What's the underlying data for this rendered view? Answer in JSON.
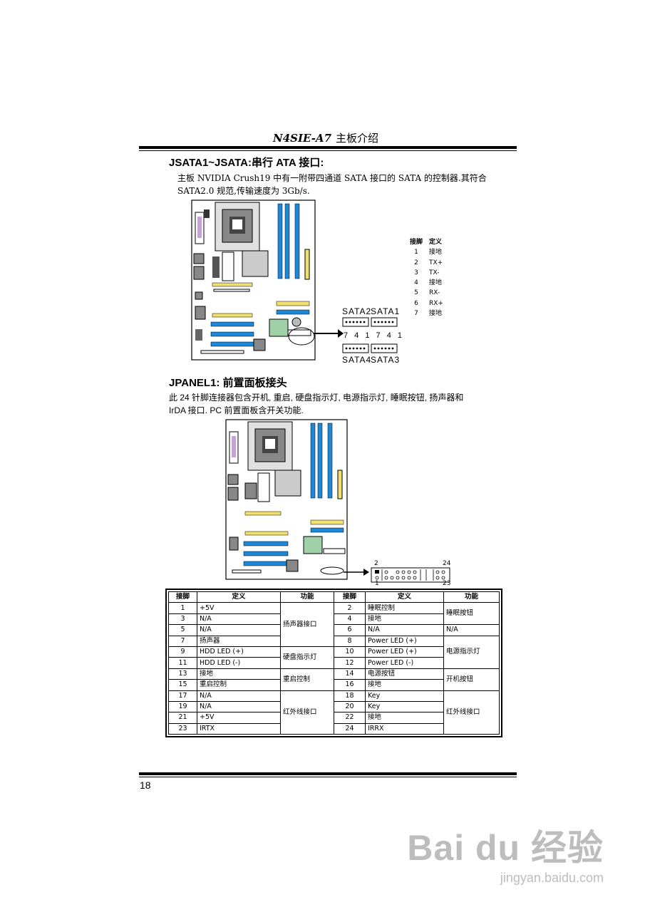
{
  "header": {
    "model": "N4SIE-A7",
    "title": "主板介绍"
  },
  "section1": {
    "heading": "JSATA1~JSATA:串行 ATA  接口:",
    "para_line1": "主板 NVIDIA Crush19 中有一附带四通道 SATA 接口的 SATA 的控制器.其符合",
    "para_line2": "SATA2.0 规范,传输速度为 3Gb/s.",
    "pin_table": {
      "headers": [
        "接脚",
        "定义"
      ],
      "rows": [
        [
          "1",
          "接地"
        ],
        [
          "2",
          "TX+"
        ],
        [
          "3",
          "TX-"
        ],
        [
          "4",
          "接地"
        ],
        [
          "5",
          "RX-"
        ],
        [
          "6",
          "RX+"
        ],
        [
          "7",
          "接地"
        ]
      ]
    },
    "labels": {
      "sata2": "SATA2",
      "sata1": "SATA1",
      "sata4": "SATA4",
      "sata3": "SATA3",
      "digits": "7 4 1 7 4 1"
    }
  },
  "section2": {
    "heading": "JPANEL1:  前置面板接头",
    "para_line1": "此 24 针脚连接器包含开机, 重启, 硬盘指示灯, 电源指示灯, 睡眠按钮, 扬声器和",
    "para_line2": "IrDA  接口. PC 前置面板含开关功能.",
    "header_labels": {
      "top_left": "2",
      "top_right": "24",
      "bottom_left": "1",
      "bottom_right": "23"
    },
    "table": {
      "headers": [
        "接脚",
        "定义",
        "功能",
        "接脚",
        "定义",
        "功能"
      ],
      "rows": [
        [
          "1",
          "+5V",
          "2",
          "睡眠控制"
        ],
        [
          "3",
          "N/A",
          "4",
          "接地"
        ],
        [
          "5",
          "N/A",
          "6",
          "N/A"
        ],
        [
          "7",
          "扬声器",
          "8",
          "Power LED (+)"
        ],
        [
          "9",
          "HDD LED (+)",
          "10",
          "Power LED (+)"
        ],
        [
          "11",
          "HDD LED (-)",
          "12",
          "Power LED (-)"
        ],
        [
          "13",
          "接地",
          "14",
          "电源按钮"
        ],
        [
          "15",
          "重启控制",
          "16",
          "接地"
        ],
        [
          "17",
          "N/A",
          "18",
          "Key"
        ],
        [
          "19",
          "N/A",
          "20",
          "Key"
        ],
        [
          "21",
          "+5V",
          "22",
          "接地"
        ],
        [
          "23",
          "IRTX",
          "24",
          "IRRX"
        ]
      ],
      "left_functions": [
        "扬声器接口",
        "硬盘指示灯",
        "重启控制",
        "红外线接口"
      ],
      "right_functions": [
        "睡眠按钮",
        "N/A",
        "电源指示灯",
        "开机按钮",
        "红外线接口"
      ]
    }
  },
  "footer": {
    "page_number": "18"
  },
  "watermark": {
    "brand": "Bai du 经验",
    "url": "jingyan.baidu.com"
  },
  "colors": {
    "slot_blue": "#1e88d8",
    "slot_yellow": "#f0e070",
    "chip_green": "#9fd0a8"
  }
}
